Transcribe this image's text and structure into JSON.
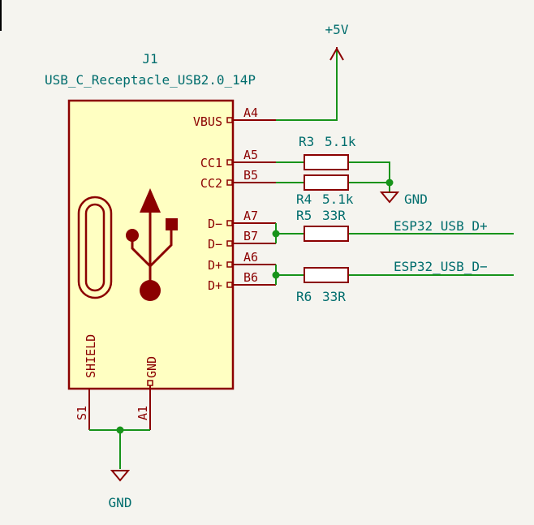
{
  "connector": {
    "ref": "J1",
    "value": "USB_C_Receptacle_USB2.0_14P",
    "pins": [
      {
        "name": "VBUS",
        "number": "A4"
      },
      {
        "name": "CC1",
        "number": "A5"
      },
      {
        "name": "CC2",
        "number": "B5"
      },
      {
        "name": "D−",
        "number": "A7"
      },
      {
        "name": "D−",
        "number": "B7"
      },
      {
        "name": "D+",
        "number": "A6"
      },
      {
        "name": "D+",
        "number": "B6"
      },
      {
        "name": "SHIELD",
        "number": "S1"
      },
      {
        "name": "GND",
        "number": "A1"
      }
    ]
  },
  "power": {
    "vbus": "+5V",
    "gnd_cc": "GND",
    "gnd_bottom": "GND"
  },
  "resistors": [
    {
      "ref": "R3",
      "value": "5.1k"
    },
    {
      "ref": "R4",
      "value": "5.1k"
    },
    {
      "ref": "R5",
      "value": "33R"
    },
    {
      "ref": "R6",
      "value": "33R"
    }
  ],
  "nets": {
    "dplus": "ESP32_USB_D+",
    "dminus": "ESP32_USB_D−"
  },
  "colors": {
    "background": "#f5f4ef",
    "symbol": "#8b0000",
    "symbol_fill": "#ffffc2",
    "wire": "#17931a",
    "text": "#006d6d"
  }
}
